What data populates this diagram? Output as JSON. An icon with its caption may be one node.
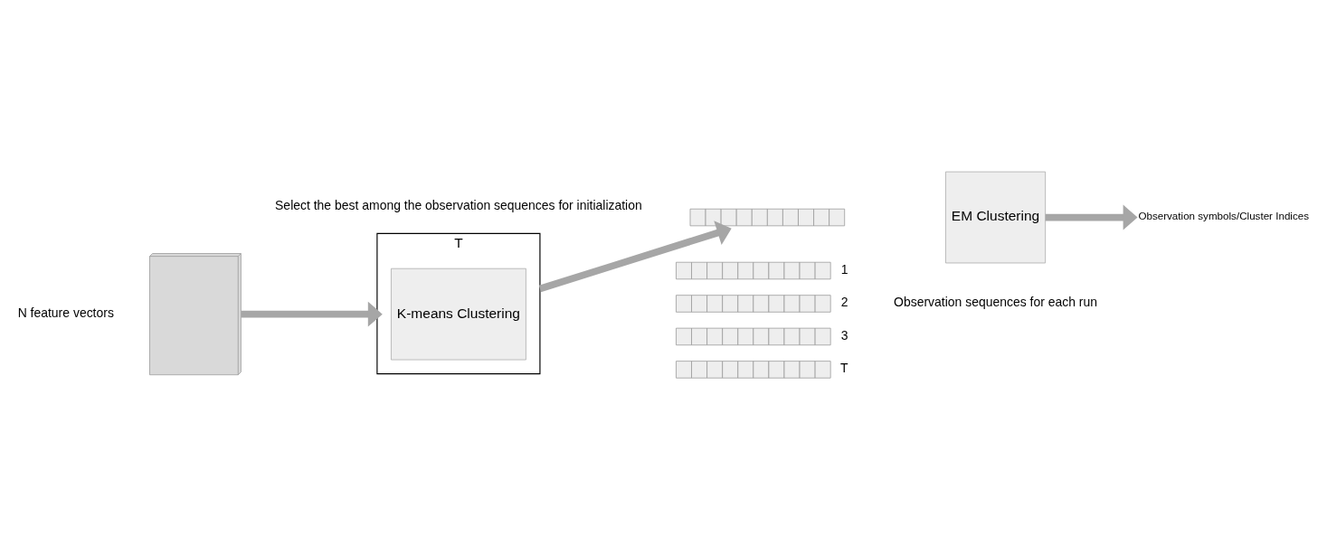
{
  "diagram": {
    "nodes": [
      {
        "text": [],
        "shape": "box"
      },
      {
        "text": [
          "T"
        ]
      },
      {
        "text": [
          "K-means Clustering"
        ],
        "in": 1
      },
      {
        "text": [],
        "shape": "bar",
        "beside": [
          "1"
        ]
      },
      {
        "text": [],
        "shape": "bar",
        "beside": [
          "2"
        ]
      },
      {
        "text": [],
        "shape": "bar",
        "beside": [
          "3"
        ]
      },
      {
        "text": [],
        "shape": "bar",
        "beside": [
          "T"
        ]
      },
      {
        "text": [],
        "shape": "bar"
      },
      {
        "text": [
          "EM Clustering"
        ]
      },
      {
        "text": [
          "Observation symbols/Cluster Indices"
        ]
      }
    ],
    "edges": [
      {
        "from": 0,
        "to": 1,
        "arrow": "to"
      },
      {
        "from": 1,
        "to": 7,
        "arrow": "to"
      },
      {
        "from": 8,
        "to": 9,
        "arrow": "to"
      }
    ],
    "labels": [
      "N feature vectors",
      "Observation sequences for each run",
      "Select the best among the observation sequences for initialization"
    ]
  }
}
